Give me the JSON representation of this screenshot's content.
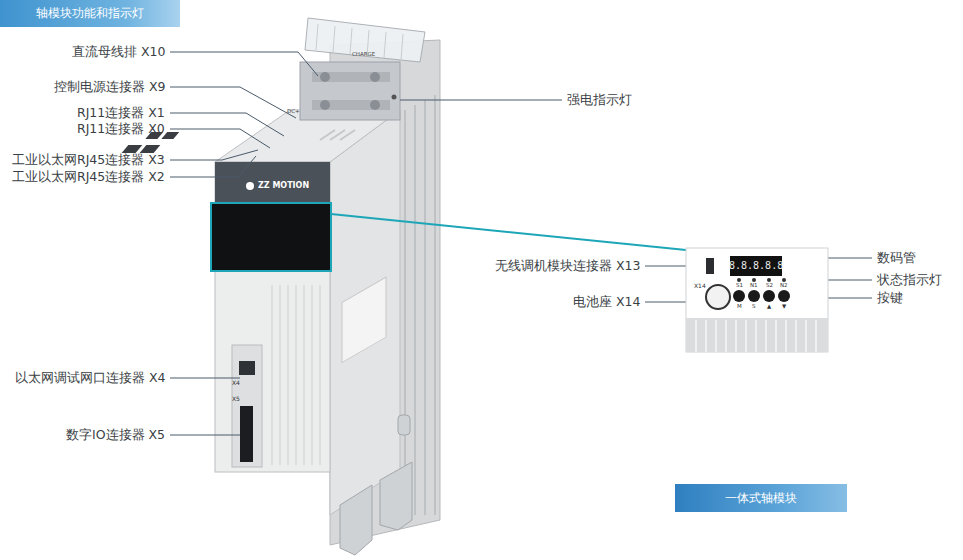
{
  "diagram": {
    "nodes": [
      {
        "text": [
          "轴模块功能和指示灯"
        ]
      },
      {
        "text": [
          "一体式轴模块"
        ]
      }
    ],
    "labels": [
      "直流母线排 X10",
      "控制电源连接器 X9",
      "RJ11连接器 X1",
      "RJ11连接器 X0",
      "工业以太网RJ45连接器 X3",
      "工业以太网RJ45连接器 X2",
      "以太网调试网口连接器 X4",
      "数字IO连接器 X5",
      "强电指示灯",
      "无线调机模块连接器 X13",
      "电池座 X14",
      "数码管",
      "状态指示灯",
      "按键",
      "ZZ MOTION",
      "X4",
      "X5",
      "CHARGE",
      "DC+",
      "X14",
      "8.8.8.8.8",
      "S1",
      "N1",
      "S2",
      "N2",
      "M",
      "S",
      "▲",
      "▼"
    ]
  }
}
